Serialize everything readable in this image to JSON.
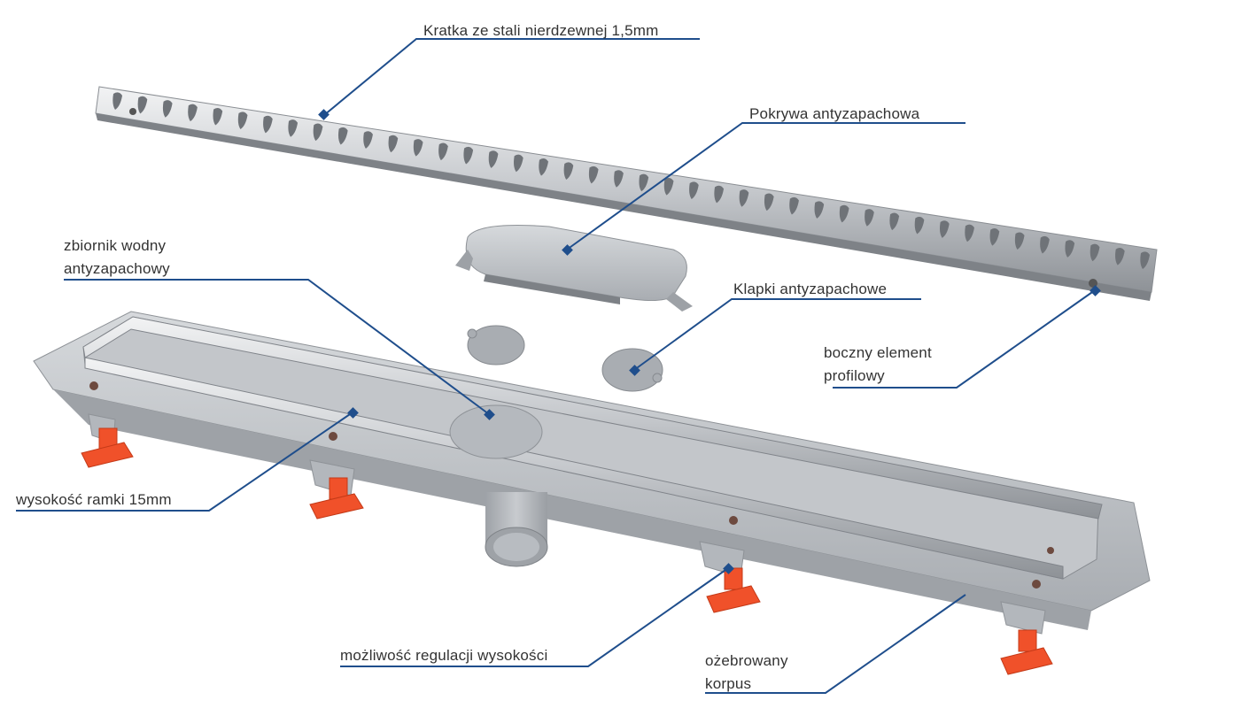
{
  "colors": {
    "leader_line": "#1f4e8c",
    "label_text": "#333333",
    "steel": "#c9ccd0",
    "plastic": "#b8bcc1",
    "foot": "#f0512a"
  },
  "labels": {
    "grate": "Kratka ze stali nierdzewnej 1,5mm",
    "cover": "Pokrywa antyzapachowa",
    "reservoir_line1": "zbiornik wodny",
    "reservoir_line2": "antyzapachowy",
    "flaps": "Klapki antyzapachowe",
    "side_element_line1": "boczny element",
    "side_element_line2": "profilowy",
    "frame_height": "wysokość ramki 15mm",
    "height_adjust": "możliwość regulacji wysokości",
    "body_line1": "ożebrowany",
    "body_line2": "korpus"
  }
}
